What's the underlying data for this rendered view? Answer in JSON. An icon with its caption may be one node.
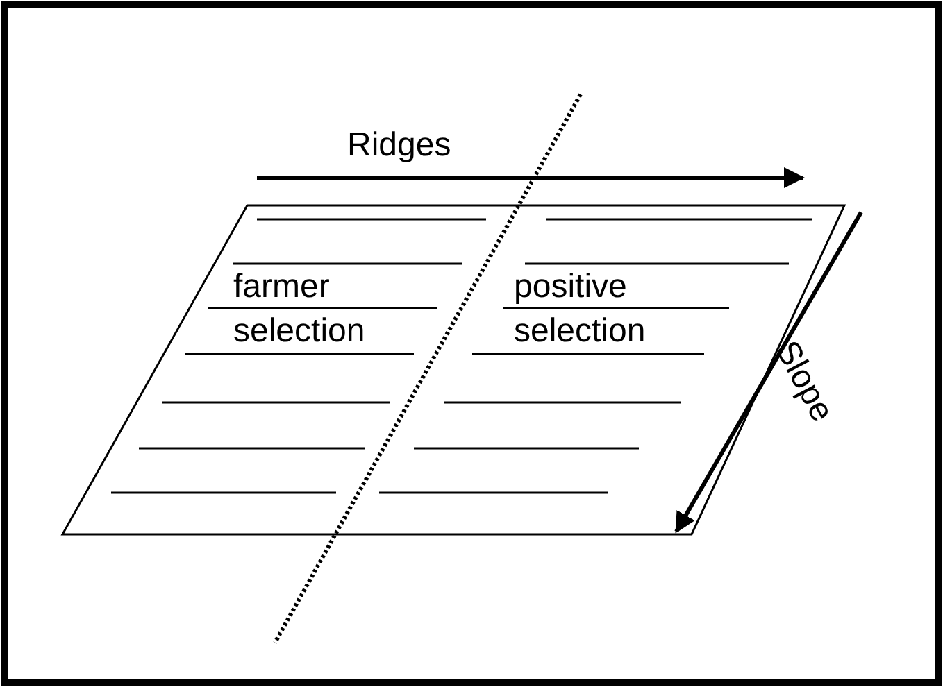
{
  "diagram": {
    "labels": [
      "Ridges",
      "farmer selection",
      "positive selection",
      "Slope"
    ]
  }
}
